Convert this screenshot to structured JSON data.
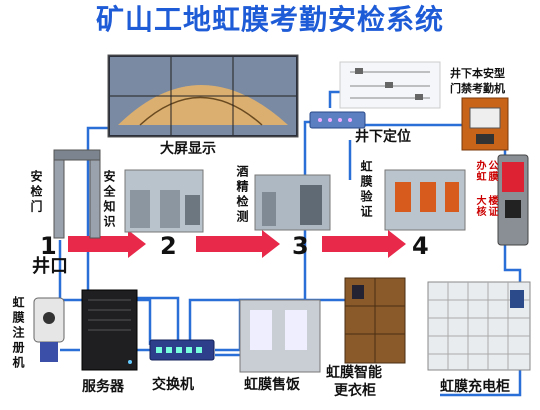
{
  "title": "矿山工地虹膜考勤安检系统",
  "colors": {
    "title": "#1e5bd6",
    "link_line": "#2a6fd8",
    "flow_arrow": "#e8294a",
    "kiosk_red": "#cc0000"
  },
  "nodes": {
    "big_screen": "大屏显示",
    "underground_position": "井下定位",
    "attendance_machine_line1": "井下本安型",
    "attendance_machine_line2": "门禁考勤机",
    "security_gate": "安检门",
    "safety_knowledge": "安全知识",
    "alcohol_test": "酒精检测",
    "iris_verify": "虹膜验证",
    "kiosk_note_1": "办虹",
    "kiosk_note_2": "公膜",
    "kiosk_note_3": "大核",
    "kiosk_note_4": "楼证",
    "well_mouth": "井口",
    "iris_register": "虹膜注册机",
    "server": "服务器",
    "switch": "交换机",
    "iris_meal": "虹膜售饭",
    "iris_locker_line1": "虹膜智能",
    "iris_locker_line2": "更衣柜",
    "iris_charging": "虹膜充电柜"
  },
  "steps": [
    "1",
    "2",
    "3",
    "4"
  ]
}
